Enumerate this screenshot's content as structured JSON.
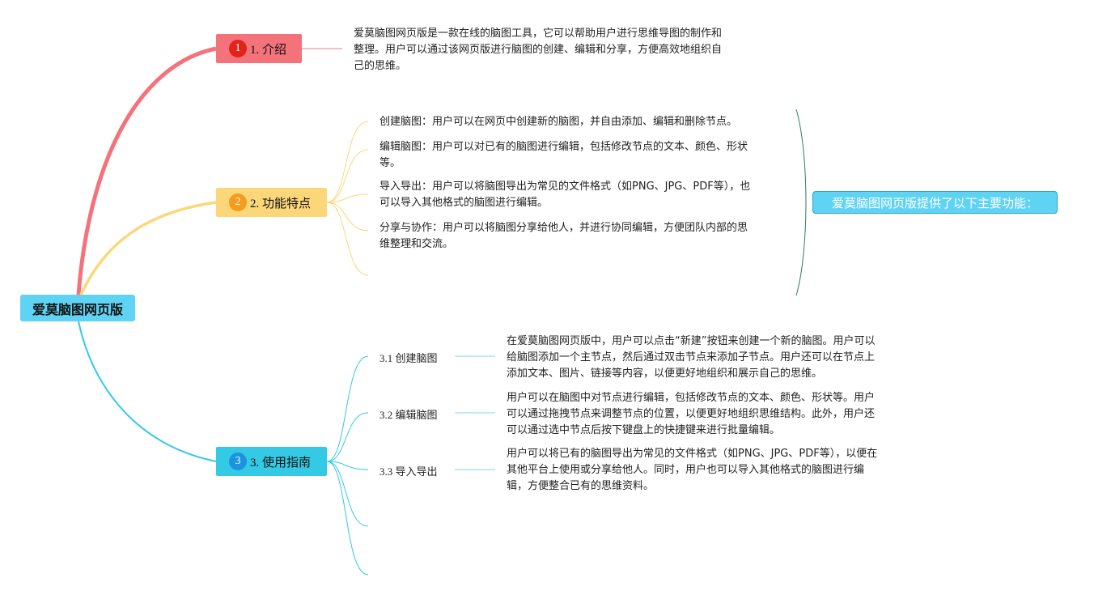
{
  "root": {
    "label": "爱莫脑图网页版"
  },
  "branches": [
    {
      "number": "1",
      "label": "1. 介绍",
      "color": "#f4727a",
      "text": [
        "爱莫脑图网页版是一款在线的脑图工具，它可以帮助用户进行思维导图的制作和",
        "整理。用户可以通过该网页版进行脑图的创建、编辑和分享，方便高效地组织自",
        "己的思维。"
      ]
    },
    {
      "number": "2",
      "label": "2. 功能特点",
      "color": "#fbd77a",
      "items": [
        [
          "创建脑图：用户可以在网页中创建新的脑图，并自由添加、编辑和删除节点。"
        ],
        [
          "编辑脑图：用户可以对已有的脑图进行编辑，包括修改节点的文本、颜色、形状",
          "等。"
        ],
        [
          "导入导出：用户可以将脑图导出为常见的文件格式（如PNG、JPG、PDF等），也",
          "可以导入其他格式的脑图进行编辑。"
        ],
        [
          "分享与协作：用户可以将脑图分享给他人，并进行协同编辑，方便团队内部的思",
          "维整理和交流。"
        ]
      ],
      "summary": "爱莫脑图网页版提供了以下主要功能："
    },
    {
      "number": "3",
      "label": "3. 使用指南",
      "color": "#34c9e4",
      "subs": [
        {
          "label": "3.1 创建脑图",
          "text": [
            "在爱莫脑图网页版中，用户可以点击“新建”按钮来创建一个新的脑图。用户可以",
            "给脑图添加一个主节点，然后通过双击节点来添加子节点。用户还可以在节点上",
            "添加文本、图片、链接等内容，以便更好地组织和展示自己的思维。"
          ]
        },
        {
          "label": "3.2 编辑脑图",
          "text": [
            "用户可以在脑图中对节点进行编辑，包括修改节点的文本、颜色、形状等。用户",
            "可以通过拖拽节点来调整节点的位置，以便更好地组织思维结构。此外，用户还",
            "可以通过选中节点后按下键盘上的快捷键来进行批量编辑。"
          ]
        },
        {
          "label": "3.3 导入导出",
          "text": [
            "用户可以将已有的脑图导出为常见的文件格式（如PNG、JPG、PDF等），以便在",
            "其他平台上使用或分享给他人。同时，用户也可以导入其他格式的脑图进行编",
            "辑，方便整合已有的思维资料。"
          ]
        }
      ]
    }
  ]
}
